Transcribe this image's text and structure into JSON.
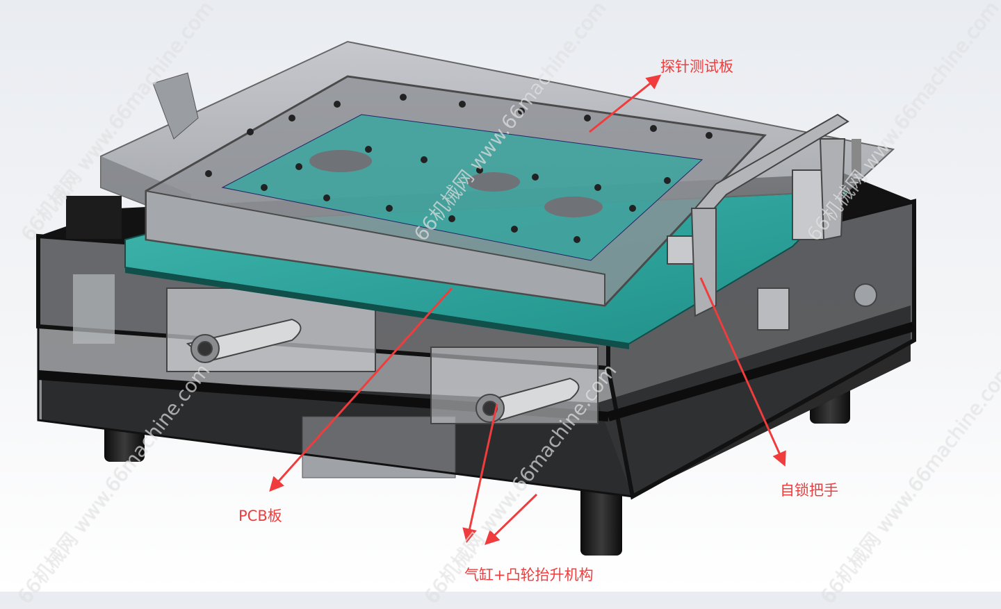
{
  "callouts": [
    {
      "id": "probe-board",
      "text": "探针测试板"
    },
    {
      "id": "pcb-board",
      "text": "PCB板"
    },
    {
      "id": "lock-handle",
      "text": "自锁把手"
    },
    {
      "id": "cylinder-cam",
      "text": "气缸+凸轮抬升机构"
    }
  ],
  "watermark": "66机械网 www.66machine.com",
  "colors": {
    "callout": "#f03c3c",
    "pcb": "#2aa8a0",
    "frame": "#1c1c1c",
    "cover": "#9c9ea3"
  }
}
